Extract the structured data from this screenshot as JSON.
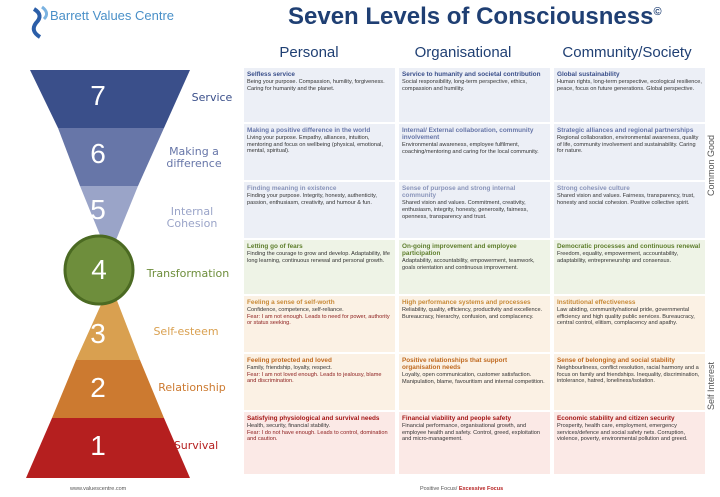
{
  "brand": {
    "name": "Barrett Values Centre",
    "url": "www.valuescentre.com"
  },
  "title": "Seven Levels of Consciousness",
  "title_mark": "©",
  "columns": [
    "Personal",
    "Organisational",
    "Community/Society"
  ],
  "side_labels": {
    "upper": "Common Good",
    "lower": "Self Interest"
  },
  "footer_focus": {
    "positive": "Positive Focus/",
    "excessive": "Excessive Focus"
  },
  "levels": [
    {
      "num": "7",
      "name": "Service",
      "color": "#3a4f8a",
      "cells": [
        {
          "head": "Selfless service",
          "body": "Being your purpose. Compassion, humility, forgiveness. Caring for humanity and the planet.",
          "fear": ""
        },
        {
          "head": "Service to humanity and societal contribution",
          "body": "Social responsibility, long-term perspective, ethics, compassion and humility.",
          "fear": ""
        },
        {
          "head": "Global sustainability",
          "body": "Human rights, long-term perspective, ecological resilience, peace, focus on future generations. Global perspective.",
          "fear": ""
        }
      ]
    },
    {
      "num": "6",
      "name": "Making a difference",
      "color": "#6776a8",
      "cells": [
        {
          "head": "Making a positive difference in the world",
          "body": "Living your purpose. Empathy, alliances, intuition, mentoring and focus on wellbeing (physical, emotional, mental, spiritual).",
          "fear": ""
        },
        {
          "head": "Internal/ External collaboration, community involvement",
          "body": "Environmental awareness, employee fulfilment, coaching/mentoring and caring for the local community.",
          "fear": ""
        },
        {
          "head": "Strategic alliances and regional partnerships",
          "body": "Regional collaboration, environmental awareness, quality of life, community involvement and sustainability. Caring for nature.",
          "fear": ""
        }
      ]
    },
    {
      "num": "5",
      "name": "Internal Cohesion",
      "color": "#9aa4c8",
      "cells": [
        {
          "head": "Finding meaning in existence",
          "body": "Finding your purpose. Integrity, honesty, authenticity, passion, enthusiasm, creativity, and humour & fun.",
          "fear": ""
        },
        {
          "head": "Sense of purpose and strong internal community",
          "body": "Shared vision and values. Commitment, creativity, enthusiasm, integrity, honesty, generosity, fairness, openness, transparency and trust.",
          "fear": ""
        },
        {
          "head": "Strong cohesive culture",
          "body": "Shared vision and values. Fairness, transparency, trust, honesty and social cohesion. Positive collective spirit.",
          "fear": ""
        }
      ]
    },
    {
      "num": "4",
      "name": "Transformation",
      "color": "#6e8e3c",
      "cells": [
        {
          "head": "Letting go of fears",
          "body": "Finding the courage to grow and develop. Adaptability, life long learning, continuous renewal and personal growth.",
          "fear": ""
        },
        {
          "head": "On-going improvement and employee participation",
          "body": "Adaptability, accountability, empowerment, teamwork, goals orientation and continuous improvement.",
          "fear": ""
        },
        {
          "head": "Democratic processes and continuous renewal",
          "body": "Freedom, equality, empowerment, accountability, adaptability, entrepreneurship and consensus.",
          "fear": ""
        }
      ]
    },
    {
      "num": "3",
      "name": "Self-esteem",
      "color": "#d9a050",
      "cells": [
        {
          "head": "Feeling a sense of self-worth",
          "body": "Confidence, competence, self-reliance.",
          "fear": "Fear: I am not enough. Leads to need for power, authority or status seeking."
        },
        {
          "head": "High performance systems and processes",
          "body": "Reliability, quality, efficiency, productivity and excellence. Bureaucracy, hierarchy, confusion, and complacency.",
          "fear": ""
        },
        {
          "head": "Institutional effectiveness",
          "body": "Law abiding, community/national pride, governmental efficiency and high quality public services. Bureaucracy, central control, elitism, complacency and apathy.",
          "fear": ""
        }
      ]
    },
    {
      "num": "2",
      "name": "Relationship",
      "color": "#cc7a30",
      "cells": [
        {
          "head": "Feeling protected and loved",
          "body": "Family, friendship, loyalty, respect.",
          "fear": "Fear: I am not loved enough. Leads to jealousy, blame and discrimination."
        },
        {
          "head": "Positive relationships that support organisation needs",
          "body": "Loyalty, open communication, customer satisfaction. Manipulation, blame, favouritism and internal competition.",
          "fear": ""
        },
        {
          "head": "Sense of belonging and social stability",
          "body": "Neighbourliness, conflict resolution, racial harmony and a focus on family and friendships. Inequality, discrimination, intolerance, hatred, loneliness/isolation.",
          "fear": ""
        }
      ]
    },
    {
      "num": "1",
      "name": "Survival",
      "color": "#b51f1f",
      "cells": [
        {
          "head": "Satisfying physiological and survival needs",
          "body": "Health, security, financial stability.",
          "fear": "Fear: I do not have enough. Leads to control, domination and caution."
        },
        {
          "head": "Financial viability and people safety",
          "body": "Financial performance, organisational growth, and employee health and safety. Control, greed, exploitation and micro-management.",
          "fear": ""
        },
        {
          "head": "Economic stability and citizen security",
          "body": "Prosperity, health care, employment, emergency services/defence and social safety nets. Corruption, violence, poverty, environmental pollution and greed.",
          "fear": ""
        }
      ]
    }
  ]
}
